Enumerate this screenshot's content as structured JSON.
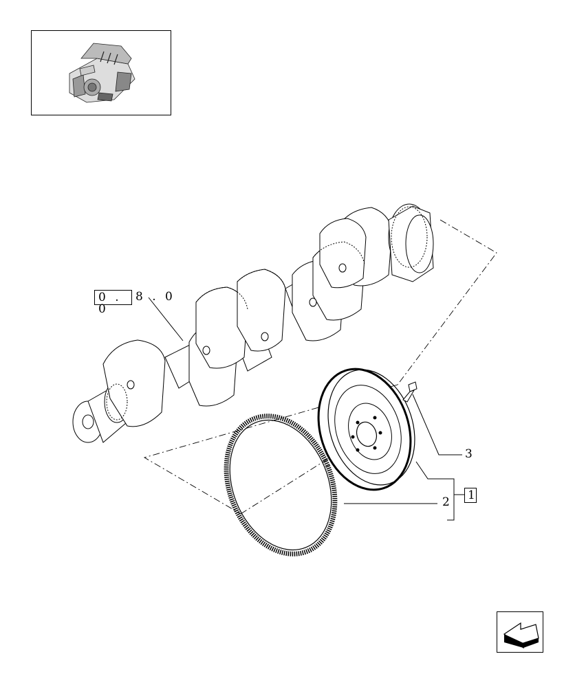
{
  "reference": {
    "boxed_part": "0 . 0",
    "suffix": "8 . 0"
  },
  "callouts": {
    "item_1": "1",
    "item_2": "2",
    "item_3": "3"
  },
  "icons": {
    "thumbnail": "engine-thumbnail-icon",
    "navigation": "arrow-back-icon"
  }
}
